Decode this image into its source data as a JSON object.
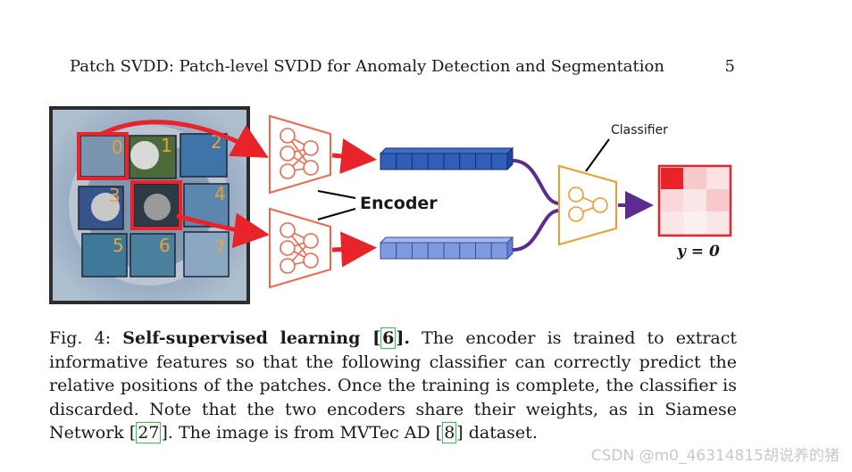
{
  "header": {
    "title": "Patch SVDD: Patch-level SVDD for Anomaly Detection and Segmentation",
    "page_number": "5"
  },
  "figure": {
    "patch_numbers": [
      "0",
      "1",
      "2",
      "3",
      "4",
      "5",
      "6",
      "7"
    ],
    "encoder_label": "Encoder",
    "classifier_label": "Classifier",
    "output_label": "y = 0",
    "colors": {
      "patch_highlight": "#e8232a",
      "encoder": "#f2674a",
      "embedding_top": "#2f5fb8",
      "embedding_bottom": "#7e9be0",
      "classifier": "#f39a2b",
      "arrow_purple": "#5b2d91",
      "output_grid": "#e8232a"
    }
  },
  "caption": {
    "prefix": "Fig. 4: ",
    "bold_title": "Self-supervised learning [",
    "bold_ref": "6",
    "bold_close": "].",
    "text_1": " The encoder is trained to extract informative features so that the following classifier can correctly predict the relative positions of the patches. Once the training is complete, the classifier is discarded. Note that the two encoders share their weights, as in Siamese Network [",
    "ref_2": "27",
    "text_2": "]. The image is from MVTec AD [",
    "ref_3": "8",
    "text_3": "] dataset."
  },
  "watermark": "CSDN @m0_46314815胡说养的猪"
}
